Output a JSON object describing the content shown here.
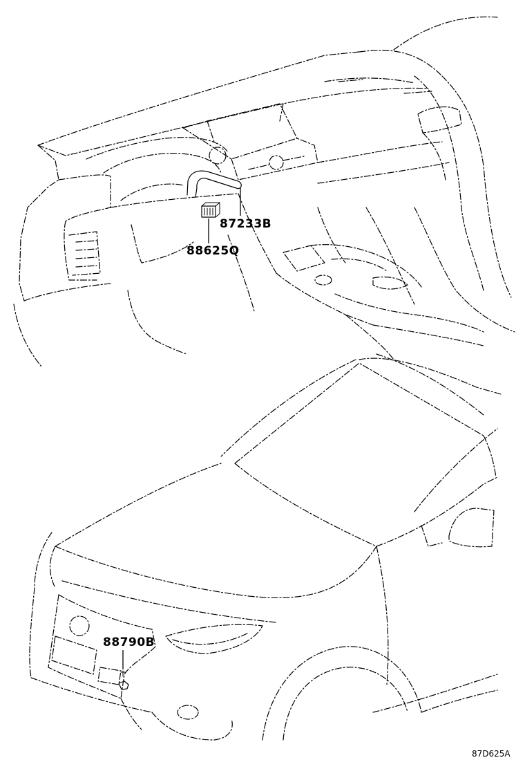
{
  "diagram": {
    "parts": {
      "upper_connector": "87233B",
      "upper_sensor": "88625Q",
      "front_sensor": "88790B"
    },
    "reference_code": "87D625A"
  }
}
